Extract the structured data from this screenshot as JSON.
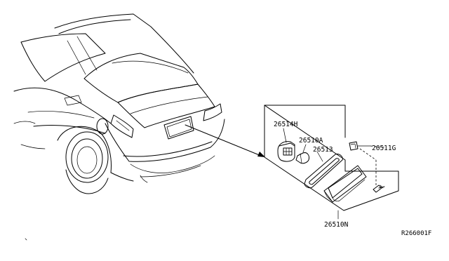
{
  "parts": {
    "p26514H": "26514H",
    "p26510A": "26510A",
    "p26513": "26513",
    "p26511G": "26511G",
    "p26510N": "26510N"
  },
  "diagram_code": "R266001F"
}
